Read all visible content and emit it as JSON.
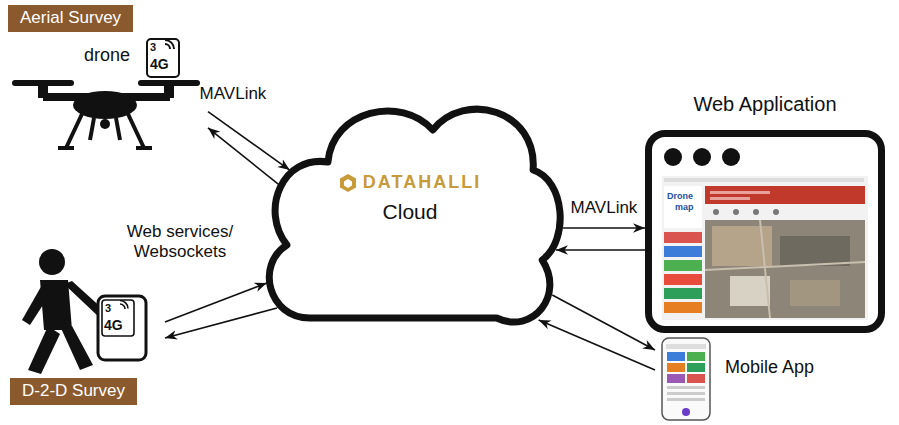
{
  "diagram": {
    "nodes": [
      {
        "text": [
          "Aerial Survey",
          "drone"
        ]
      },
      {
        "text": [
          "D-2-D Survey"
        ]
      },
      {
        "text": [
          "DATAHALLI",
          "Cloud"
        ]
      },
      {
        "text": [
          "Web Application"
        ]
      },
      {
        "text": [
          "Mobile App"
        ]
      }
    ],
    "edges": [
      {
        "from": 0,
        "to": 2,
        "arrow": "to",
        "label": "MAVLink"
      },
      {
        "from": 2,
        "to": 0,
        "arrow": "to"
      },
      {
        "from": 1,
        "to": 2,
        "arrow": "to",
        "label": "Web services/ Websockets"
      },
      {
        "from": 2,
        "to": 1,
        "arrow": "to"
      },
      {
        "from": 2,
        "to": 3,
        "arrow": "to",
        "label": "MAVLink"
      },
      {
        "from": 3,
        "to": 2,
        "arrow": "to"
      },
      {
        "from": 2,
        "to": 4,
        "arrow": "to"
      },
      {
        "from": 4,
        "to": 2,
        "arrow": "to"
      }
    ],
    "labels": [
      "3",
      "4G",
      "3",
      "4G",
      "Drone",
      "map"
    ]
  }
}
